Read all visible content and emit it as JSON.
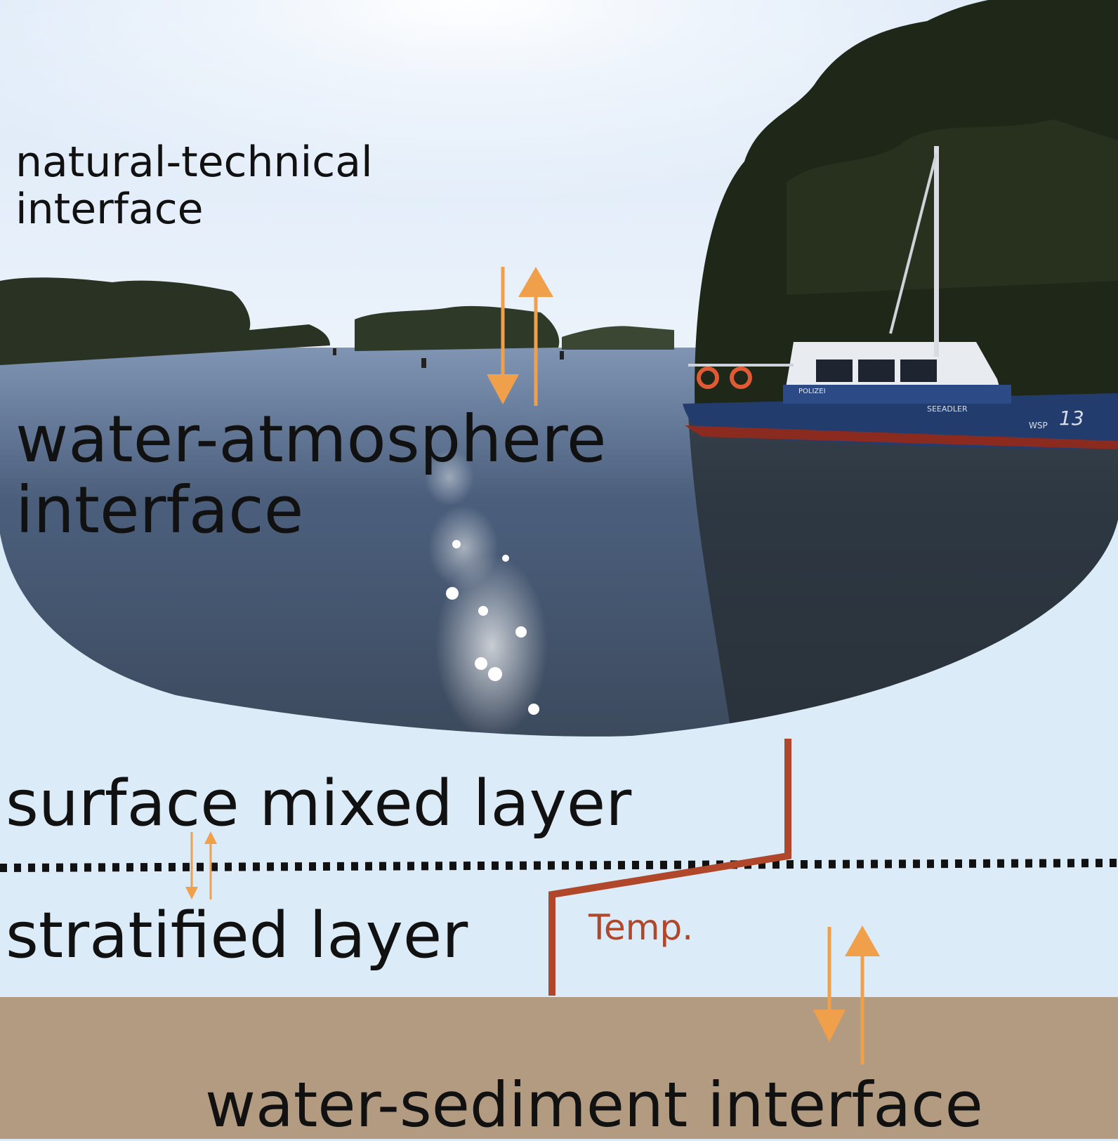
{
  "labels": {
    "natural_technical": "natural-technical\ninterface",
    "water_atmosphere": "water-atmosphere\ninterface",
    "surface_mixed_layer": "surface mixed layer",
    "stratified_layer": "stratified layer",
    "water_sediment": "water-sediment interface",
    "temperature": "Temp."
  },
  "photo": {
    "boat_name": "SEEADLER",
    "boat_text": "POLIZEI",
    "boat_id": "WSP",
    "boat_number": "13"
  },
  "colors": {
    "background_water": "#dcebf8",
    "sediment": "#b29b80",
    "exchange_arrow": "#f0a04b",
    "temperature_profile": "#b0462a",
    "thermocline_line": "#111111",
    "label_text": "#111111",
    "temperature_text": "#b0462a"
  },
  "icons": {
    "exchange_arrows": "up-down-arrow-pair-icon",
    "temperature_profile": "step-profile-line"
  }
}
